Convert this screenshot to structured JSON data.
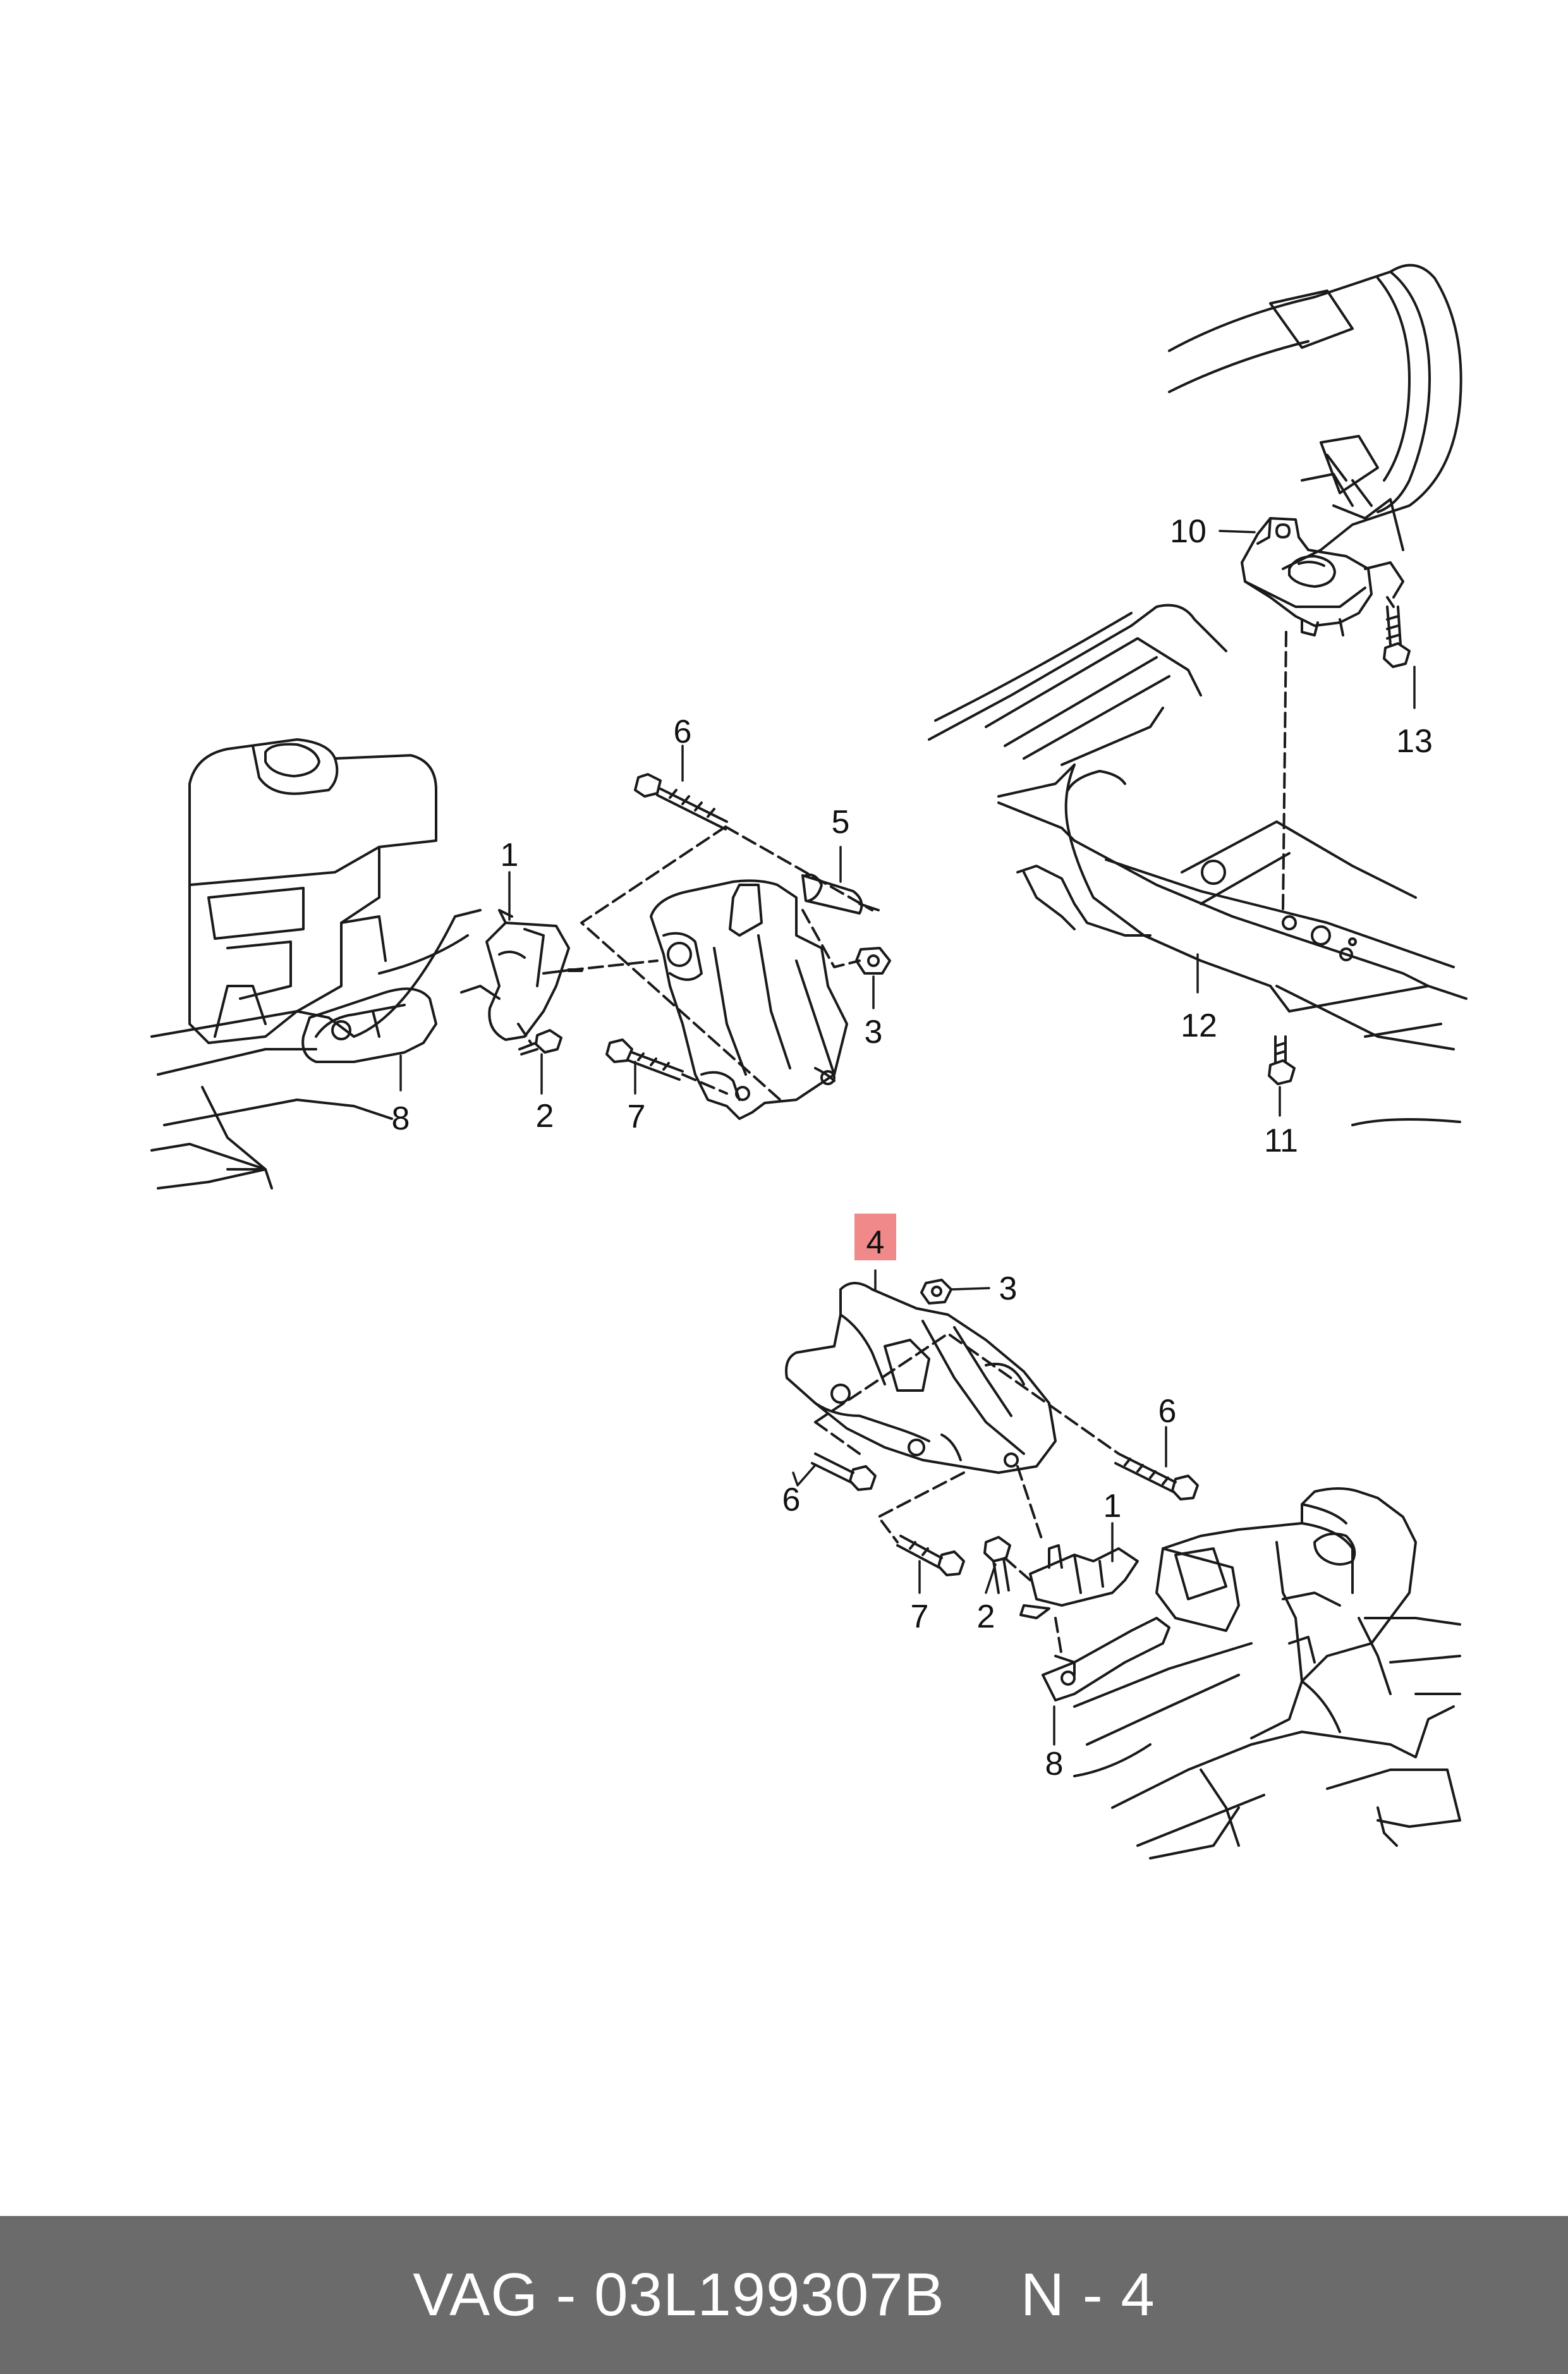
{
  "callouts": {
    "c1a": "1",
    "c2a": "2",
    "c3a": "3",
    "c5": "5",
    "c6a": "6",
    "c7a": "7",
    "c8a": "8",
    "c10": "10",
    "c11": "11",
    "c12": "12",
    "c13": "13",
    "c4": "4",
    "c3b": "3",
    "c6b": "6",
    "c6c": "6",
    "c1b": "1",
    "c2b": "2",
    "c7b": "7",
    "c8b": "8"
  },
  "highlight_color": "#f08a8a",
  "footer": {
    "part": "VAG - 03L199307B",
    "index": "N - 4",
    "background": "#6b6b6b"
  }
}
